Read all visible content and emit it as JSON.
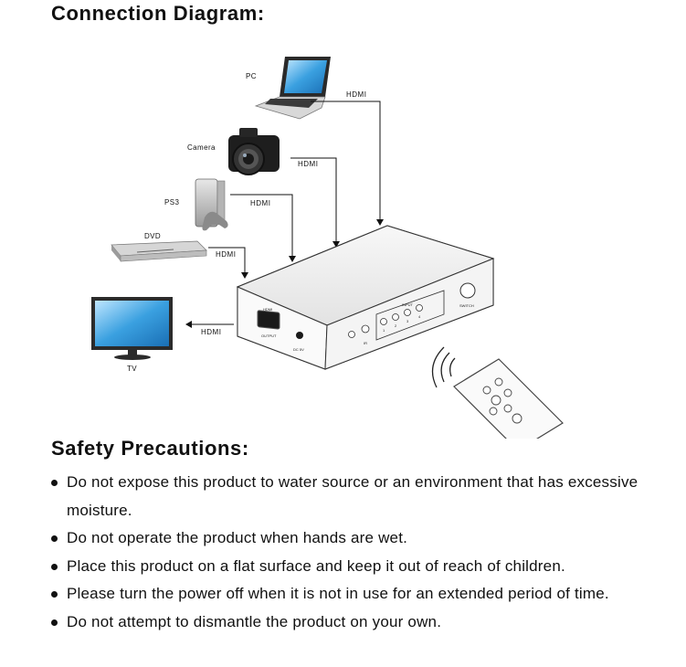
{
  "headings": {
    "connection": "Connection Diagram:",
    "safety": "Safety Precautions:"
  },
  "diagram": {
    "devices": {
      "pc": "PC",
      "camera": "Camera",
      "ps3": "PS3",
      "dvd": "DVD",
      "tv": "TV"
    },
    "cables": {
      "pc": "HDMI",
      "camera": "HDMI",
      "ps3": "HDMI",
      "dvd": "HDMI",
      "tv": "HDMI"
    },
    "switch_box": {
      "switch_label": "SWITCH",
      "output_label": "OUTPUT",
      "input_label": "INPUT",
      "hdmi_label": "HDMI",
      "dc_label": "DC 5V",
      "ir_label": "IR",
      "port_numbers": [
        "1",
        "2",
        "3",
        "4"
      ]
    }
  },
  "safety": {
    "items": [
      "Do not expose this product  to water source or an environment that has excessive moisture.",
      "Do not operate the product when hands are wet.",
      "Place this product on a flat surface and keep it out of reach of children.",
      "Please turn the power off when it is not in use for an extended period of time.",
      "Do not attempt to dismantle the product on your own."
    ]
  },
  "colors": {
    "text": "#111111",
    "screen": "#3fa7e6",
    "device_gray": "#c9c9c9"
  }
}
